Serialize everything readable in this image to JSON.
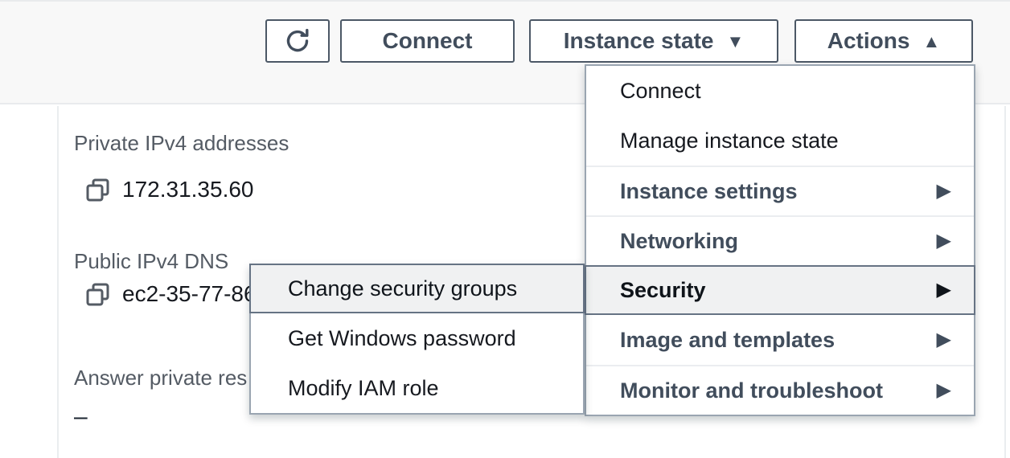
{
  "toolbar": {
    "connect_label": "Connect",
    "instance_state_label": "Instance state",
    "actions_label": "Actions",
    "caret_down": "▼",
    "caret_up": "▲"
  },
  "details": {
    "private_ipv4": {
      "label": "Private IPv4 addresses",
      "value": "172.31.35.60"
    },
    "public_dns": {
      "label": "Public IPv4 DNS",
      "value": "ec2-35-77-86",
      "truncated": true
    },
    "answer_private": {
      "label": "Answer private res",
      "truncated": true,
      "value": "–"
    }
  },
  "actions_menu": {
    "items": [
      {
        "label": "Connect",
        "type": "plain"
      },
      {
        "label": "Manage instance state",
        "type": "plain"
      },
      {
        "label": "Instance settings",
        "type": "category"
      },
      {
        "label": "Networking",
        "type": "category"
      },
      {
        "label": "Security",
        "type": "category",
        "highlighted": true
      },
      {
        "label": "Image and templates",
        "type": "category"
      },
      {
        "label": "Monitor and troubleshoot",
        "type": "category"
      }
    ],
    "submenu_arrow": "▶"
  },
  "security_submenu": {
    "items": [
      {
        "label": "Change security groups",
        "highlighted": true
      },
      {
        "label": "Get Windows password"
      },
      {
        "label": "Modify IAM role"
      }
    ]
  },
  "colors": {
    "accent_border": "#4c5866",
    "text_primary": "#16191f",
    "text_secondary": "#545b64",
    "category_text": "#414d5c",
    "highlight_bg": "#f0f1f2",
    "highlight_border": "#667384",
    "topbar_bg": "#f8f8f8",
    "divider": "#e9ebed"
  }
}
